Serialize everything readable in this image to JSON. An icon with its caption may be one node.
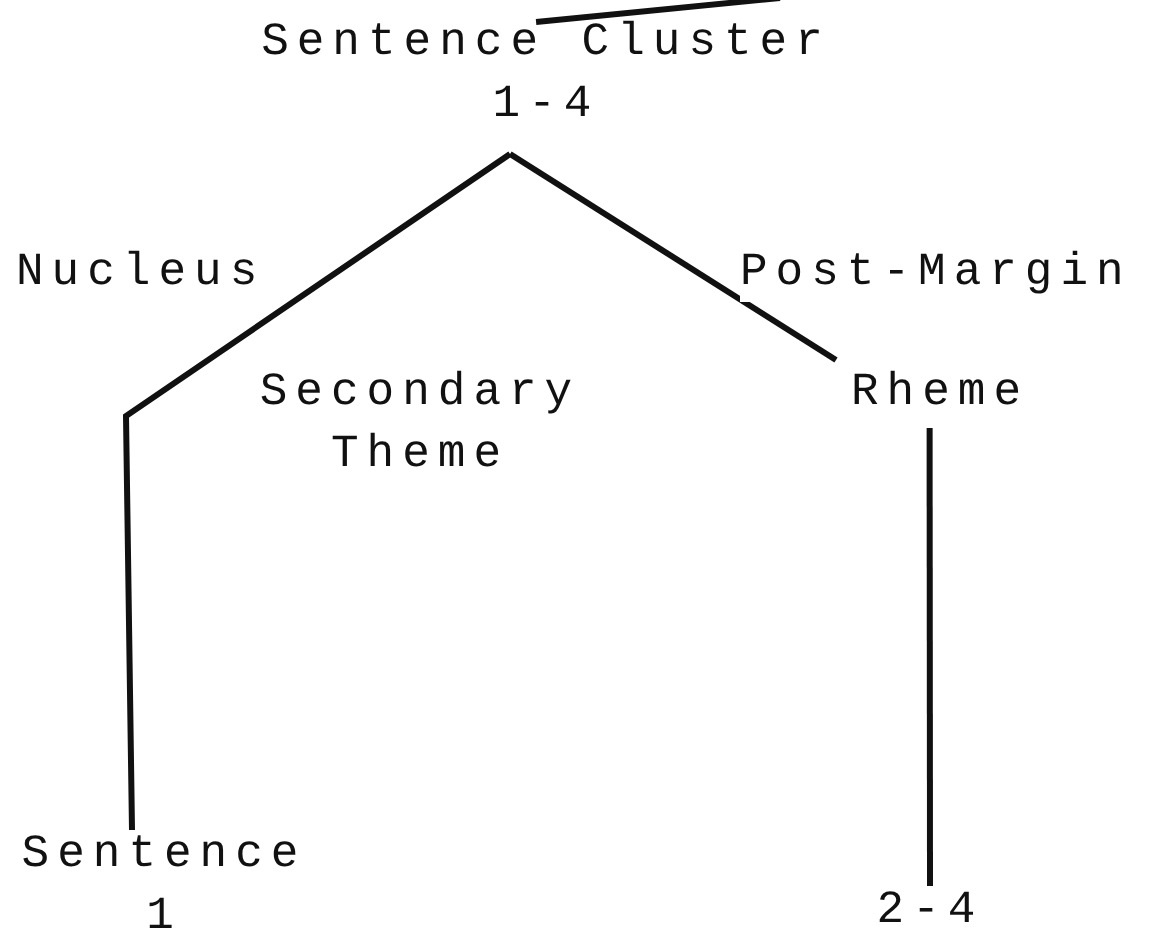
{
  "diagram": {
    "nodes": [
      {
        "text": [
          "Sentence Cluster",
          "1-4"
        ]
      },
      {
        "text": [
          "Sentence",
          "1"
        ]
      },
      {
        "text": [
          "Rheme"
        ]
      },
      {
        "text": [
          "2-4"
        ]
      }
    ],
    "edges": [
      {
        "from": 0,
        "to": 1,
        "arrow": "none",
        "label": "Nucleus"
      },
      {
        "from": 0,
        "to": 2,
        "arrow": "none",
        "label": "Post-Margin"
      },
      {
        "from": 2,
        "to": 3,
        "arrow": "none"
      },
      {
        "from": 0,
        "to": null,
        "arrow": "none"
      }
    ],
    "labels": [
      "Secondary Theme"
    ]
  }
}
